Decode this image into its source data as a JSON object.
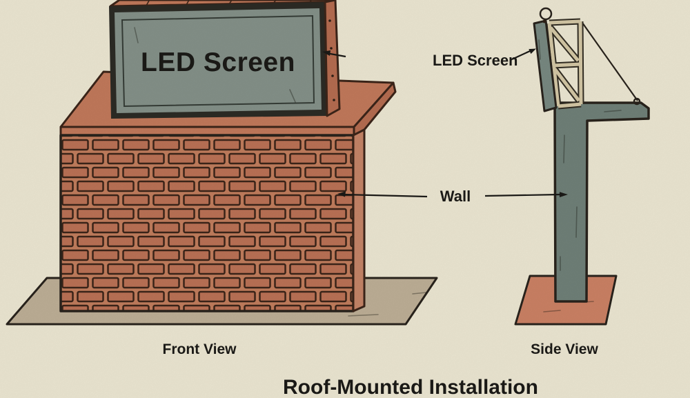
{
  "diagram": {
    "title": "Roof-Mounted Installation",
    "front_view": {
      "caption": "Front View",
      "screen_label": "LED Screen"
    },
    "side_view": {
      "caption": "Side View",
      "screen_label": "LED Screen"
    },
    "shared_labels": {
      "wall": "Wall"
    }
  },
  "colors": {
    "bg": "#f2ecd7",
    "ink": "#1c1b18",
    "outline": "#2a241d",
    "brick": "#bf7458",
    "mortar": "#c6805f",
    "brickline": "#3d261a",
    "cap": "#c67c5d",
    "capside": "#b96f52",
    "wallside": "#c9876a",
    "ground": "#c2b39a",
    "pad": "#d08467",
    "steel": "#72837b",
    "slab": "#7b8c84",
    "screen": "#87948c",
    "frame": "#2d2c26",
    "truss": "#d9cca9",
    "trussline": "#332e24"
  }
}
